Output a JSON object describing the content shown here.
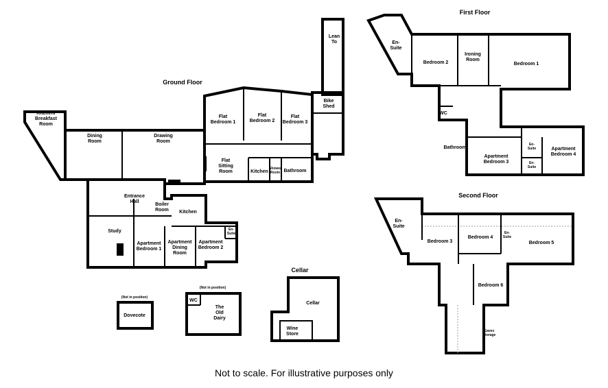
{
  "titles": {
    "ground": "Ground Floor",
    "first": "First Floor",
    "second": "Second Floor",
    "cellar": "Cellar"
  },
  "ground_rooms": {
    "kitchen_breakfast": [
      "Kitchen/",
      "Breakfast",
      "Room"
    ],
    "dining": [
      "Dining",
      "Room"
    ],
    "drawing": [
      "Drawing",
      "Room"
    ],
    "flat_bed1": [
      "Flat",
      "Bedroom 1"
    ],
    "flat_bed2": [
      "Flat",
      "Bedroom 2"
    ],
    "flat_bed3": [
      "Flat",
      "Bedroom 3"
    ],
    "bike_shed": [
      "Bike",
      "Shed"
    ],
    "lean_to": [
      "Lean",
      "To"
    ],
    "flat_sitting": [
      "Flat",
      "Sitting",
      "Room"
    ],
    "flat_kitchen": "Kitchen",
    "shower_room": [
      "Shower",
      "Room"
    ],
    "flat_bathroom": "Bathroom",
    "entrance_hall": [
      "Entrance",
      "Hall"
    ],
    "boiler_room": [
      "Boiler",
      "Room"
    ],
    "apt_kitchen": "Kitchen",
    "study": "Study",
    "apt_bed1": [
      "Apartment",
      "Bedroom 1"
    ],
    "apt_dining": [
      "Apartment",
      "Dining",
      "Room"
    ],
    "apt_bed2": [
      "Apartment",
      "Bedroom 2"
    ],
    "apt_ensuite": [
      "En-",
      "Suite"
    ]
  },
  "outbuildings": {
    "dovecote_note": "(Not in position)",
    "dovecote": "Dovecote",
    "dairy_note": "(Not in position)",
    "dairy_wc": "WC",
    "dairy": [
      "The",
      "Old",
      "Dairy"
    ]
  },
  "cellar_rooms": {
    "cellar": "Cellar",
    "wine_store": [
      "Wine",
      "Store"
    ]
  },
  "first_rooms": {
    "ensuite": [
      "En-",
      "Suite"
    ],
    "bed2": "Bedroom 2",
    "ironing": [
      "Ironing",
      "Room"
    ],
    "bed1": "Bedroom 1",
    "wc": "WC",
    "bathroom": "Bathroom",
    "apt_bed3": [
      "Apartment",
      "Bedroom 3"
    ],
    "apt_bed4": [
      "Apartment",
      "Bedroom 4"
    ],
    "ensuite_a": [
      "En-",
      "Suite"
    ],
    "ensuite_b": [
      "En-",
      "Suite"
    ]
  },
  "second_rooms": {
    "ensuite": [
      "En-",
      "Suite"
    ],
    "bed3": "Bedroom 3",
    "bed4": "Bedroom 4",
    "ensuite_small": [
      "En-",
      "Suite"
    ],
    "bed5": "Bedroom 5",
    "bed6": "Bedroom 6",
    "eaves": [
      "Eaves",
      "Storage"
    ]
  },
  "footer": "Not to scale. For illustrative purposes only"
}
